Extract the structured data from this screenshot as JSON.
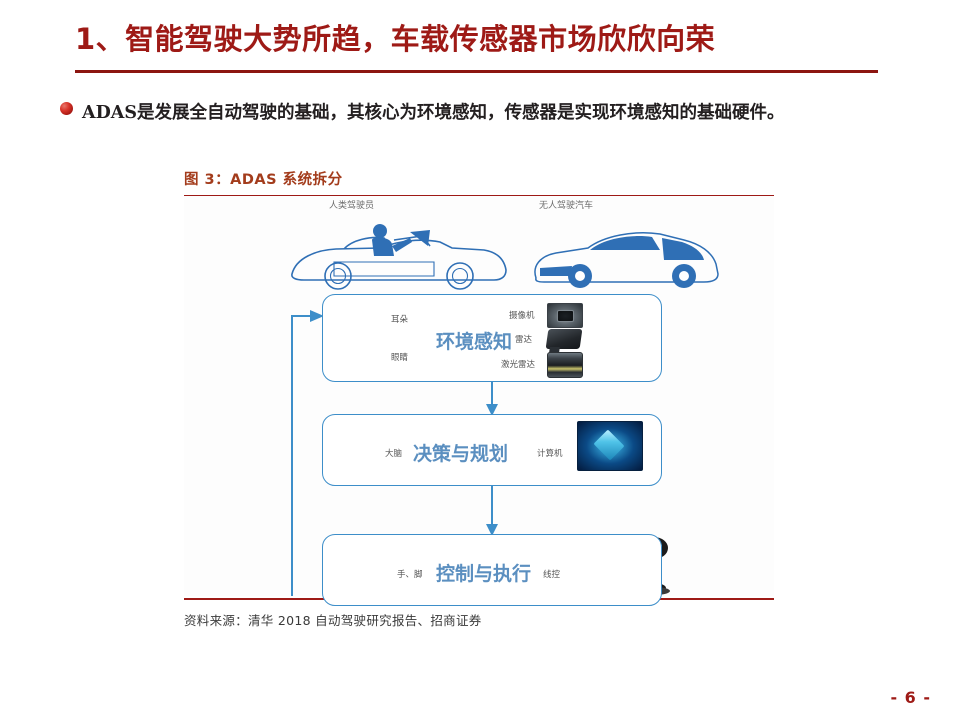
{
  "slide": {
    "title": "1、智能驾驶大势所趋，车载传感器市场欣欣向荣",
    "page_number": "- 6 -",
    "accent_color": "#9e1a16",
    "diagram_color": "#3d8ec9"
  },
  "bullet": {
    "marker": "red-sphere-bullet",
    "text": "ADAS是发展全自动驾驶的基础，其核心为环境感知，传感器是实现环境感知的基础硬件。"
  },
  "figure": {
    "title": "图 3：ADAS 系统拆分",
    "source": "资料来源：清华 2018 自动驾驶研究报告、招商证券",
    "captions": {
      "human_driver": "人类驾驶员",
      "autonomous_car": "无人驾驶汽车"
    },
    "stages": [
      {
        "id": "perception",
        "label": "环境感知",
        "human_items": [
          {
            "label": "耳朵",
            "icon": "ear-icon"
          },
          {
            "label": "眼睛",
            "icon": "eye-icon"
          }
        ],
        "machine_items": [
          {
            "label": "摄像机",
            "icon": "camera-icon"
          },
          {
            "label": "雷达",
            "icon": "radar-icon"
          },
          {
            "label": "激光雷达",
            "icon": "lidar-icon"
          }
        ]
      },
      {
        "id": "decision",
        "label": "决策与规划",
        "human_items": [
          {
            "label": "大脑",
            "icon": "brain-icon"
          }
        ],
        "machine_items": [
          {
            "label": "计算机",
            "icon": "chip-icon"
          }
        ]
      },
      {
        "id": "control",
        "label": "控制与执行",
        "human_items": [
          {
            "label": "手、脚",
            "icon": "steering-wheel-icon"
          }
        ],
        "machine_items": [
          {
            "label": "线控",
            "icon": "gear-shifter-icon"
          }
        ]
      }
    ]
  }
}
